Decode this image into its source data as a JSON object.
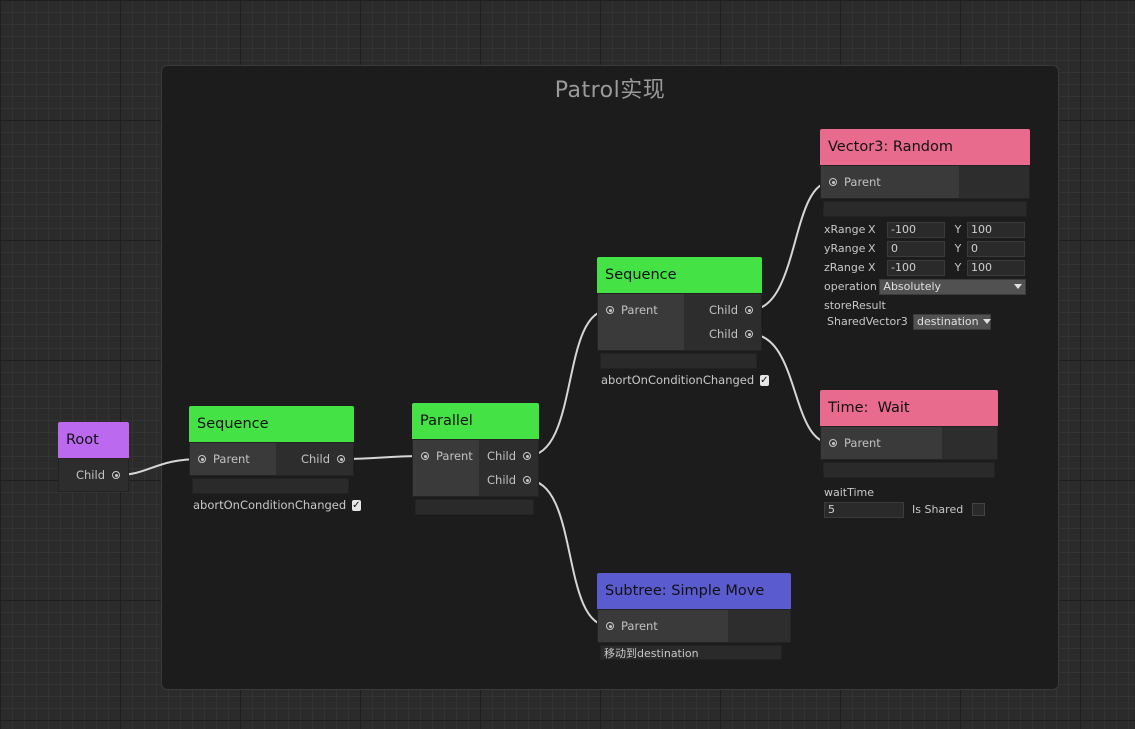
{
  "group": {
    "title": "Patrol实现"
  },
  "colors": {
    "composite": "#44e244",
    "root": "#bb6af0",
    "action": "#e86b8e",
    "subtree": "#5b5bd0",
    "edge": "#d6d6d6"
  },
  "nodes": {
    "root": {
      "title": "Root",
      "child_label": "Child"
    },
    "sequence1": {
      "title": "Sequence",
      "parent_label": "Parent",
      "child_label": "Child",
      "abort_label": "abortOnConditionChanged",
      "abort_checked": "✓"
    },
    "parallel": {
      "title": "Parallel",
      "parent_label": "Parent",
      "child1_label": "Child",
      "child2_label": "Child"
    },
    "sequence2": {
      "title": "Sequence",
      "parent_label": "Parent",
      "child1_label": "Child",
      "child2_label": "Child",
      "abort_label": "abortOnConditionChanged",
      "abort_checked": "✓"
    },
    "subtree": {
      "title": "Subtree: Simple Move",
      "parent_label": "Parent",
      "description": "移动到destination"
    },
    "vector3": {
      "title": "Vector3: Random",
      "parent_label": "Parent",
      "ranges": [
        {
          "label": "xRange",
          "x_label": "X",
          "x": "-100",
          "y_label": "Y",
          "y": "100"
        },
        {
          "label": "yRange",
          "x_label": "X",
          "x": "0",
          "y_label": "Y",
          "y": "0"
        },
        {
          "label": "zRange",
          "x_label": "X",
          "x": "-100",
          "y_label": "Y",
          "y": "100"
        }
      ],
      "operation_label": "operation",
      "operation_value": "Absolutely",
      "store_label": "storeResult",
      "store_type": "SharedVector3",
      "store_value": "destination"
    },
    "wait": {
      "title": "Time:  Wait",
      "parent_label": "Parent",
      "wait_label": "waitTime",
      "wait_value": "5",
      "shared_label": "Is Shared"
    }
  }
}
